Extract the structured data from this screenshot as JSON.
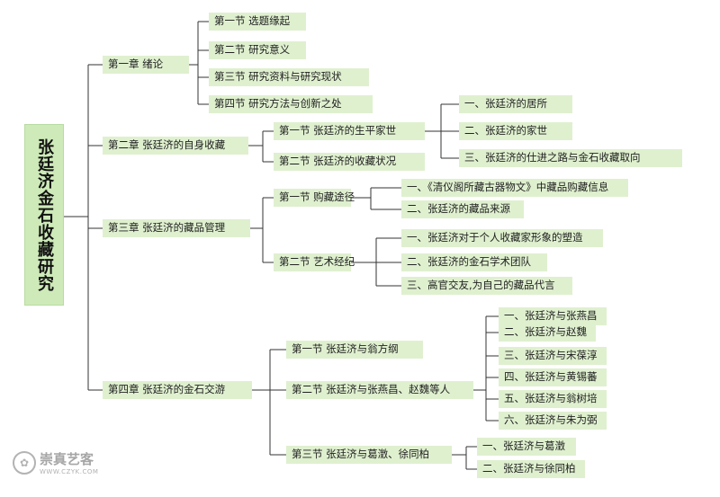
{
  "root": "张廷济金石收藏研究",
  "chapters": {
    "c1": "第一章 绪论",
    "c2": "第二章 张廷济的自身收藏",
    "c3": "第三章 张廷济的藏品管理",
    "c4": "第四章 张廷济的金石交游"
  },
  "sections": {
    "s1_1": "第一节 选题缘起",
    "s1_2": "第二节 研究意义",
    "s1_3": "第三节 研究资料与研究现状",
    "s1_4": "第四节 研究方法与创新之处",
    "s2_1": "第一节 张廷济的生平家世",
    "s2_2": "第二节 张廷济的收藏状况",
    "s3_1": "第一节 购藏途径",
    "s3_2": "第二节 艺术经纪",
    "s4_1": "第一节 张廷济与翁方纲",
    "s4_2": "第二节 张廷济与张燕昌、赵魏等人",
    "s4_3": "第三节 张廷济与葛澂、徐同柏"
  },
  "items": {
    "i2_1_1": "一、张廷济的居所",
    "i2_1_2": "二、张廷济的家世",
    "i2_1_3": "三、张廷济的仕进之路与金石收藏取向",
    "i3_1_1": "一、《清仪阁所藏古器物文》中藏品购藏信息",
    "i3_1_2": "二、张廷济的藏品来源",
    "i3_2_1": "一、张廷济对于个人收藏家形象的塑造",
    "i3_2_2": "二、张廷济的金石学术团队",
    "i3_2_3": "三、高官交友,为自己的藏品代言",
    "i4_2_1": "一、张廷济与张燕昌",
    "i4_2_2": "二、张廷济与赵魏",
    "i4_2_3": "三、张廷济与宋葆淳",
    "i4_2_4": "四、张廷济与黄锡蕃",
    "i4_2_5": "五、张廷济与翁树培",
    "i4_2_6": "六、张廷济与朱为弼",
    "i4_3_1": "一、张廷济与葛澂",
    "i4_3_2": "二、张廷济与徐同柏"
  },
  "watermark": {
    "name": "崇真艺客",
    "url": "WWW.CZYK.COM"
  },
  "colors": {
    "box": "#dff0cf",
    "root_box": "#cdeab8",
    "line": "#333333"
  }
}
